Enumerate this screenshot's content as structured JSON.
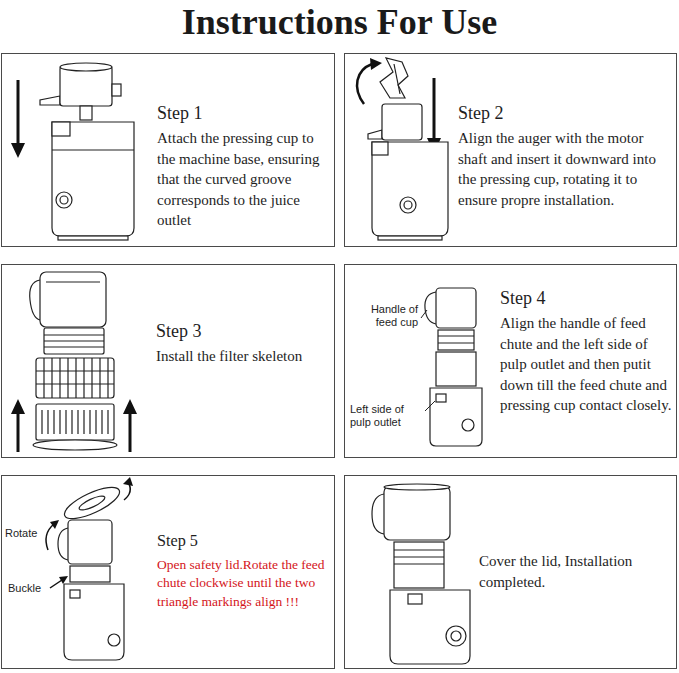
{
  "diagram": {
    "title": "Instructions For Use",
    "nodes": [
      {
        "text": [
          "Step 1",
          "Attach the pressing cup to the machine base, ensuring that the curved groove corresponds to the juice outlet"
        ]
      },
      {
        "text": [
          "Step 2",
          "Align the auger with the motor shaft and insert it downward into the pressing cup, rotating it to ensure propre installation."
        ]
      },
      {
        "text": [
          "Step 3",
          "Install the filter skeleton"
        ]
      },
      {
        "text": [
          "Step 4",
          "Align the handle of feed chute and the left side of pulp outlet and then putit down till the feed chute and pressing cup contact closely."
        ]
      },
      {
        "text": [
          "Step 5",
          "Open safety lid.Rotate the feed chute clockwise until the two triangle markings align !!!"
        ]
      },
      {
        "text": [
          "Cover the lid, Installation completed."
        ]
      }
    ],
    "labels": [
      "Handle of feed cup",
      "Left side of pulp outlet",
      "Rotate",
      "Buckle"
    ]
  }
}
